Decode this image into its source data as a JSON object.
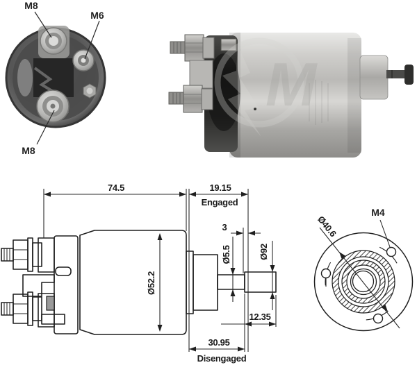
{
  "page": {
    "background": "#ffffff",
    "ink_color": "#1f1f1f"
  },
  "terminal_view": {
    "label_top": "M8",
    "label_right": "M6",
    "label_bottom": "M8"
  },
  "product_photo": {
    "watermark_letter": "M"
  },
  "dimension_drawing": {
    "total_length": "74.5",
    "engaged_travel": "19.15",
    "engaged_label": "Engaged",
    "tip_length": "3",
    "shaft_diameter": "Ø5.5",
    "tip_diameter": "Ø92",
    "body_diameter": "Ø52.2",
    "plunger_length": "12.35",
    "disengaged_travel": "30.95",
    "disengaged_label": "Disengaged"
  },
  "mounting_view": {
    "bolt_circle_diameter": "Ø40.6",
    "mounting_thread": "M4"
  }
}
